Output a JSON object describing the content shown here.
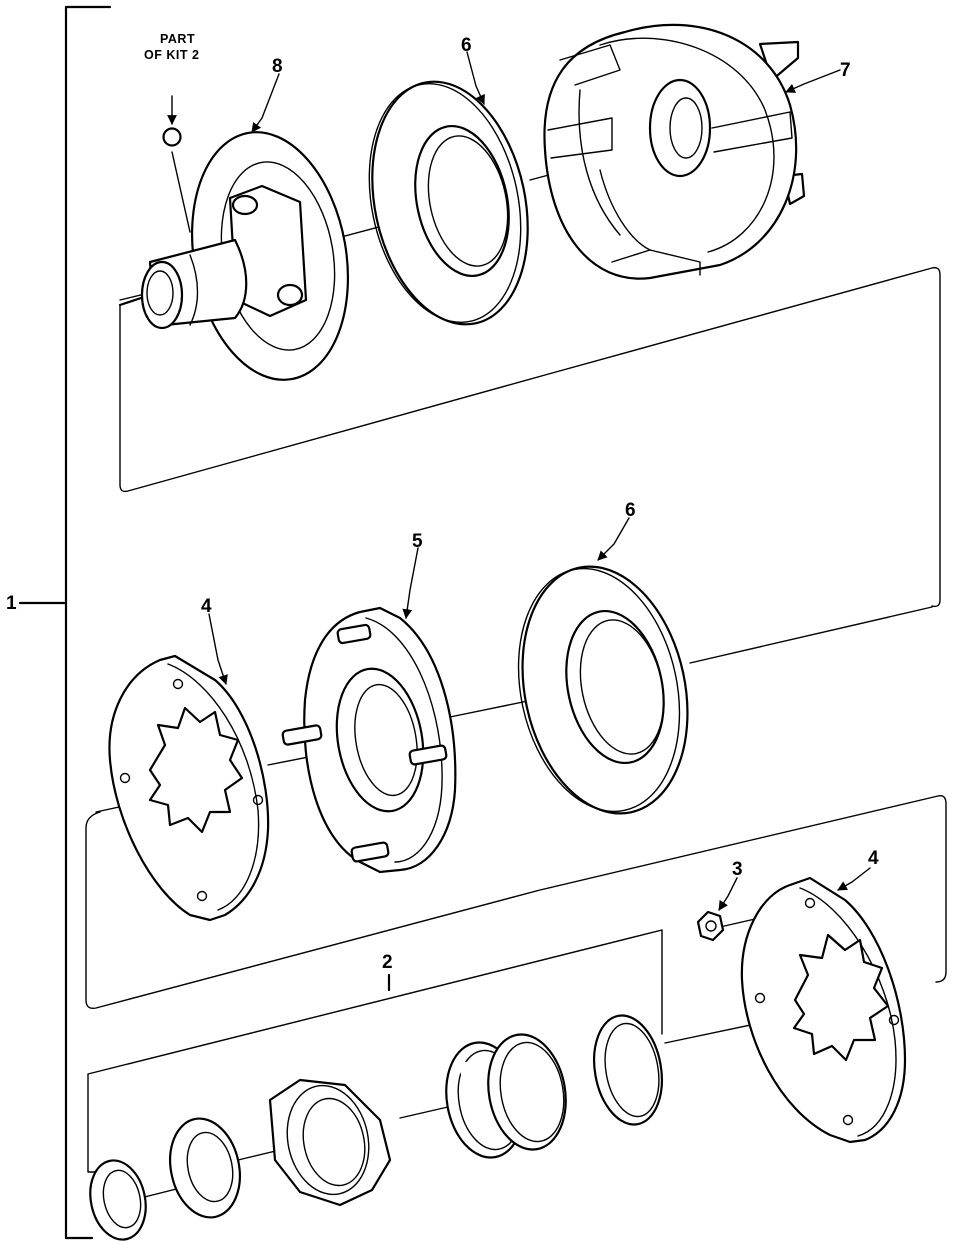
{
  "callouts": {
    "assembly": "1",
    "seal_kit": "2",
    "nut": "3",
    "plate_left": "4",
    "plate_right": "4",
    "stud_plate": "5",
    "disc_top": "6",
    "disc_mid": "6",
    "housing": "7",
    "hub": "8"
  },
  "note": {
    "line1": "PART",
    "line2": "OF KIT 2"
  }
}
